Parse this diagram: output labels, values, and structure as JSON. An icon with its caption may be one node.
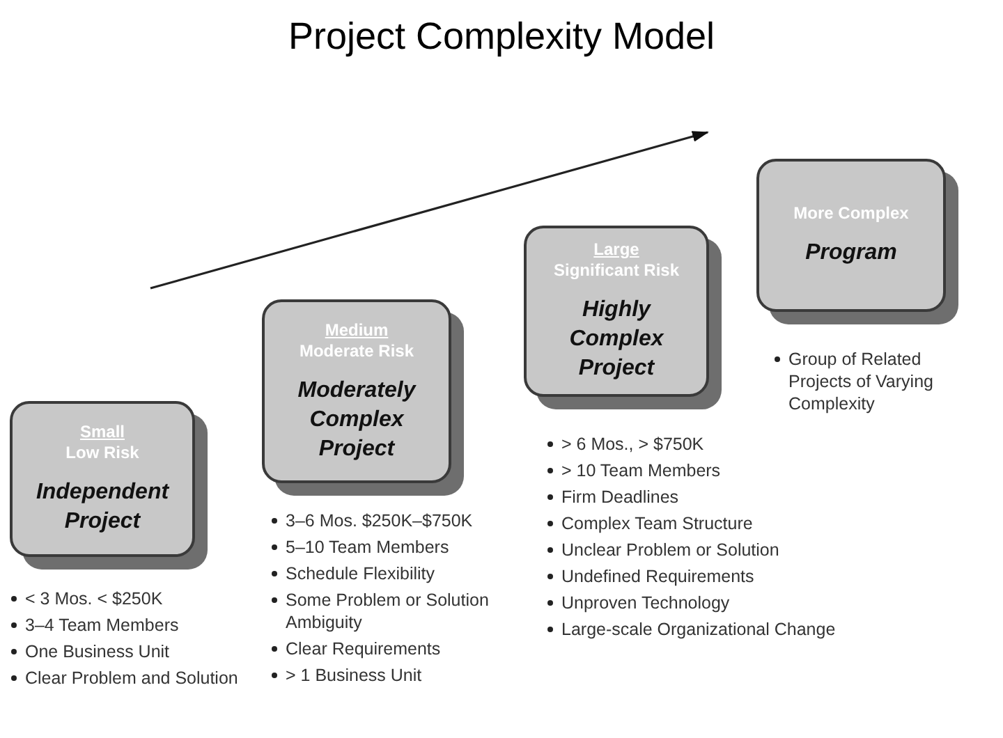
{
  "diagram": {
    "title": "Project Complexity Model",
    "nodes": [
      {
        "text": [
          "Small",
          "Low Risk",
          "Independent Project"
        ],
        "beside": [
          "< 3 Mos. < $250K",
          "3–4 Team Members",
          "One Business Unit",
          "Clear Problem and Solution"
        ]
      },
      {
        "text": [
          "Medium",
          "Moderate Risk",
          "Moderately Complex Project"
        ],
        "beside": [
          "3–6 Mos. $250K–$750K",
          "5–10 Team Members",
          "Schedule Flexibility",
          "Some Problem or Solution Ambiguity",
          "Clear Requirements",
          "> 1 Business Unit"
        ]
      },
      {
        "text": [
          "Large",
          "Significant Risk",
          "Highly Complex Project"
        ],
        "beside": [
          "> 6 Mos., > $750K",
          "> 10 Team Members",
          "Firm Deadlines",
          "Complex Team Structure",
          "Unclear Problem or Solution",
          "Undefined Requirements",
          "Unproven Technology",
          "Large-scale Organizational Change"
        ]
      },
      {
        "text": [
          "More Complex",
          "Program"
        ],
        "beside": [
          "Group of Related Projects of Varying Complexity"
        ]
      }
    ]
  }
}
